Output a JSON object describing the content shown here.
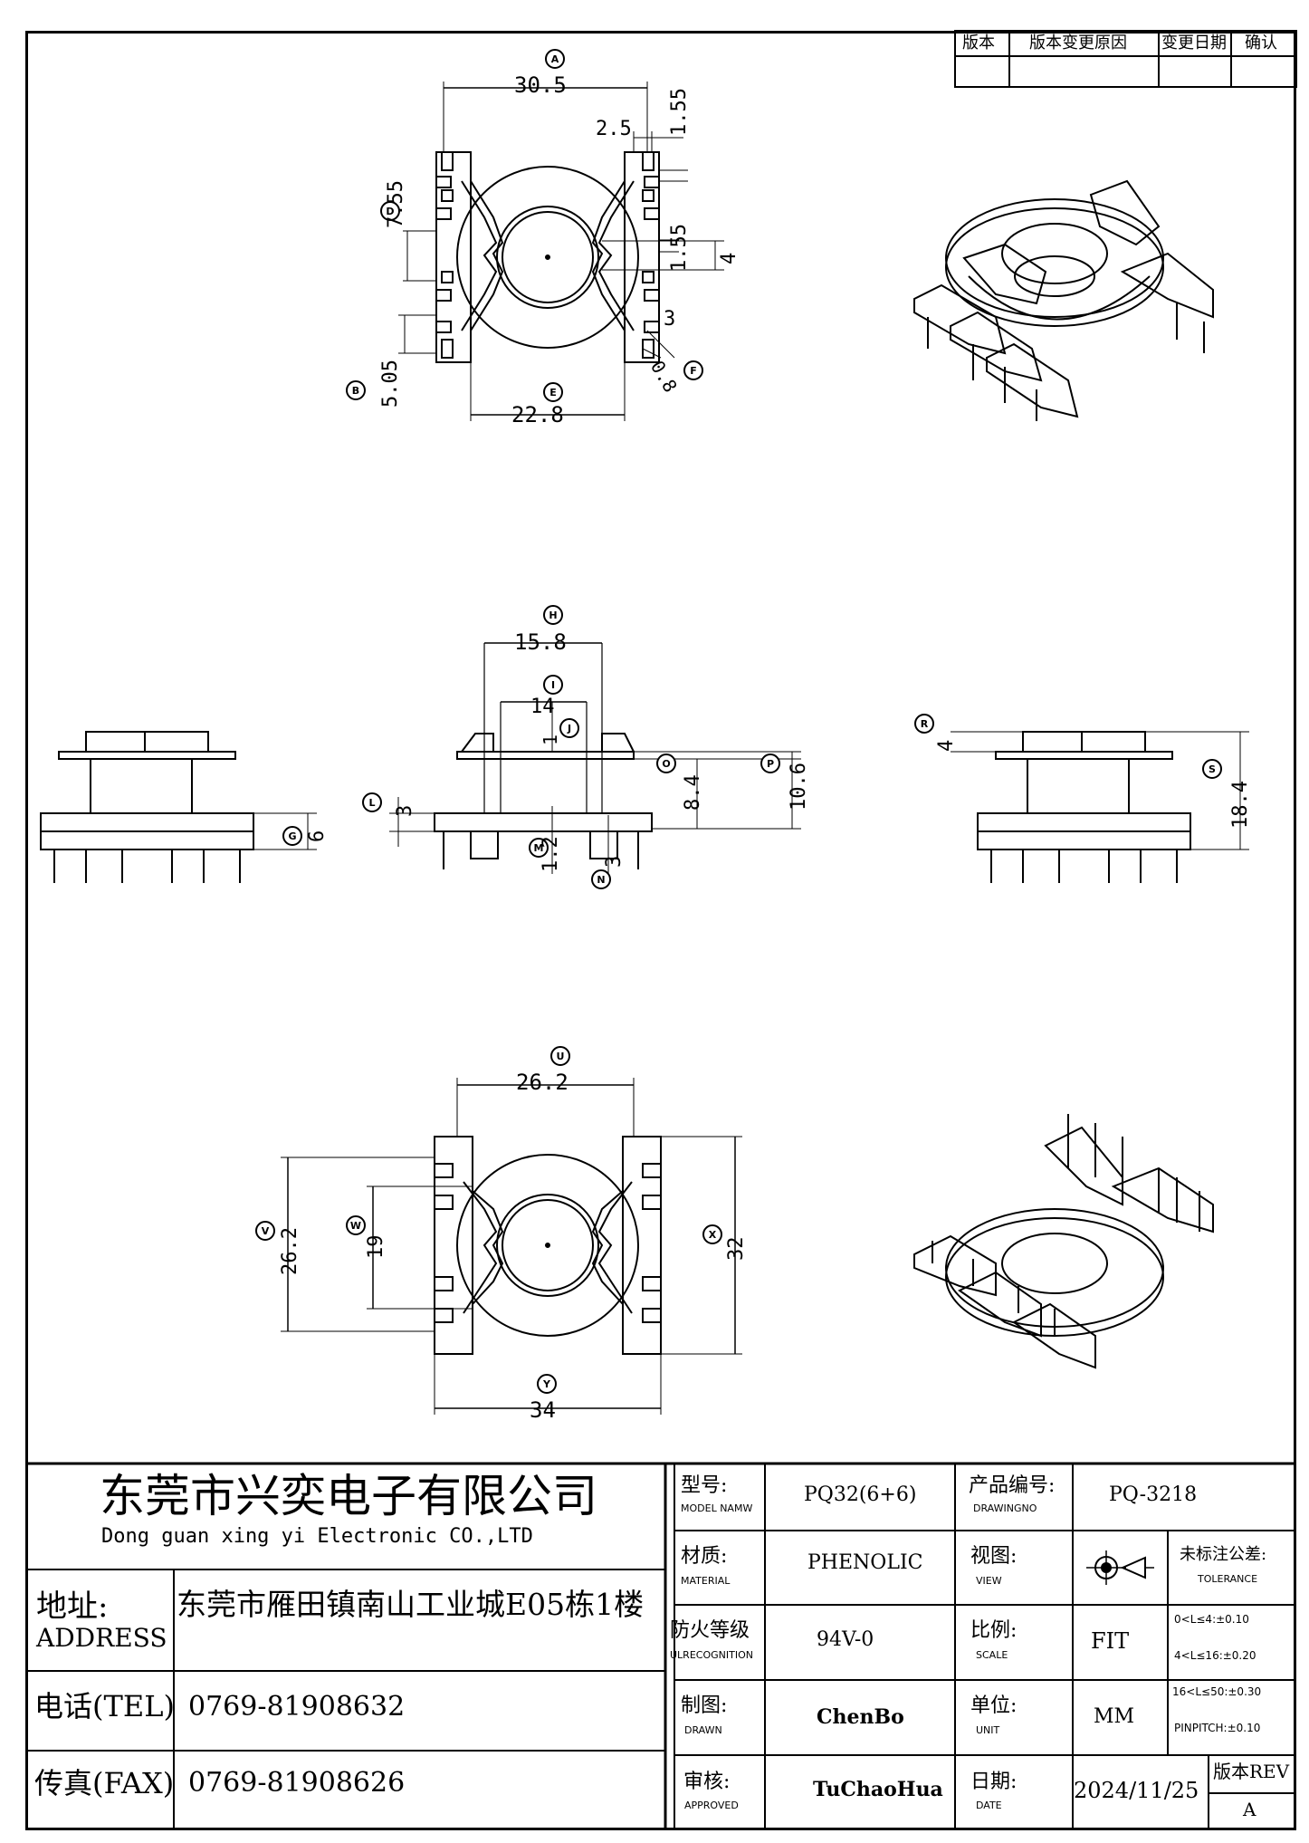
{
  "revision_table": {
    "headers": [
      "版本",
      "版本变更原因",
      "变更日期",
      "确认"
    ]
  },
  "dims": {
    "A": "30.5",
    "C_top": "2.5",
    "C_side": "1.55",
    "D": "7.55",
    "mid_155": "1.55",
    "mid_4": "4",
    "B": "5.05",
    "E": "22.8",
    "F_val": "3",
    "F_dia": "0.8",
    "H": "15.8",
    "I": "14",
    "J": "1",
    "L": "3",
    "O": "8.4",
    "P": "10.6",
    "M": "1.2",
    "N": "3",
    "G": "6",
    "R": "4",
    "S": "18.4",
    "U": "26.2",
    "V": "26.2",
    "W": "19",
    "X": "32",
    "Y": "34"
  },
  "balloons": [
    "A",
    "B",
    "D",
    "E",
    "F",
    "G",
    "H",
    "I",
    "J",
    "L",
    "M",
    "N",
    "O",
    "P",
    "R",
    "S",
    "U",
    "V",
    "W",
    "X",
    "Y"
  ],
  "title_block": {
    "company_cn": "东莞市兴奕电子有限公司",
    "company_en": "Dong guan xing yi Electronic CO.,LTD",
    "address_label_cn": "地址:",
    "address_label_en": "ADDRESS",
    "address_value": "东莞市雁田镇南山工业城E05栋1楼",
    "tel_label": "电话(TEL)",
    "tel_value": "0769-81908632",
    "fax_label": "传真(FAX)",
    "fax_value": "0769-81908626",
    "model_label": "型号:",
    "model_label_en": "MODEL NAMW",
    "model_value": "PQ32(6+6)",
    "drawing_no_label": "产品编号:",
    "drawing_no_label_en": "DRAWINGNO",
    "drawing_no_value": "PQ-3218",
    "material_label": "材质:",
    "material_label_en": "MATERIAL",
    "material_value": "PHENOLIC",
    "view_label": "视图:",
    "view_label_en": "VIEW",
    "tolerance_label": "未标注公差:",
    "tolerance_label_en": "TOLERANCE",
    "tolerances": [
      "0<L≤4:±0.10",
      "4<L≤16:±0.20",
      "16<L≤50:±0.30",
      "PINPITCH:±0.10"
    ],
    "fire_label": "防火等级",
    "fire_label_en": "ULRECOGNITION",
    "fire_value": "94V-0",
    "scale_label": "比例:",
    "scale_label_en": "SCALE",
    "scale_value": "FIT",
    "drawn_label": "制图:",
    "drawn_label_en": "DRAWN",
    "drawn_value": "ChenBo",
    "unit_label": "单位:",
    "unit_label_en": "UNIT",
    "unit_value": "MM",
    "approved_label": "审核:",
    "approved_label_en": "APPROVED",
    "approved_value": "TuChaoHua",
    "date_label": "日期:",
    "date_label_en": "DATE",
    "date_value": "2024/11/25",
    "rev_label": "版本REV",
    "rev_value": "A"
  }
}
